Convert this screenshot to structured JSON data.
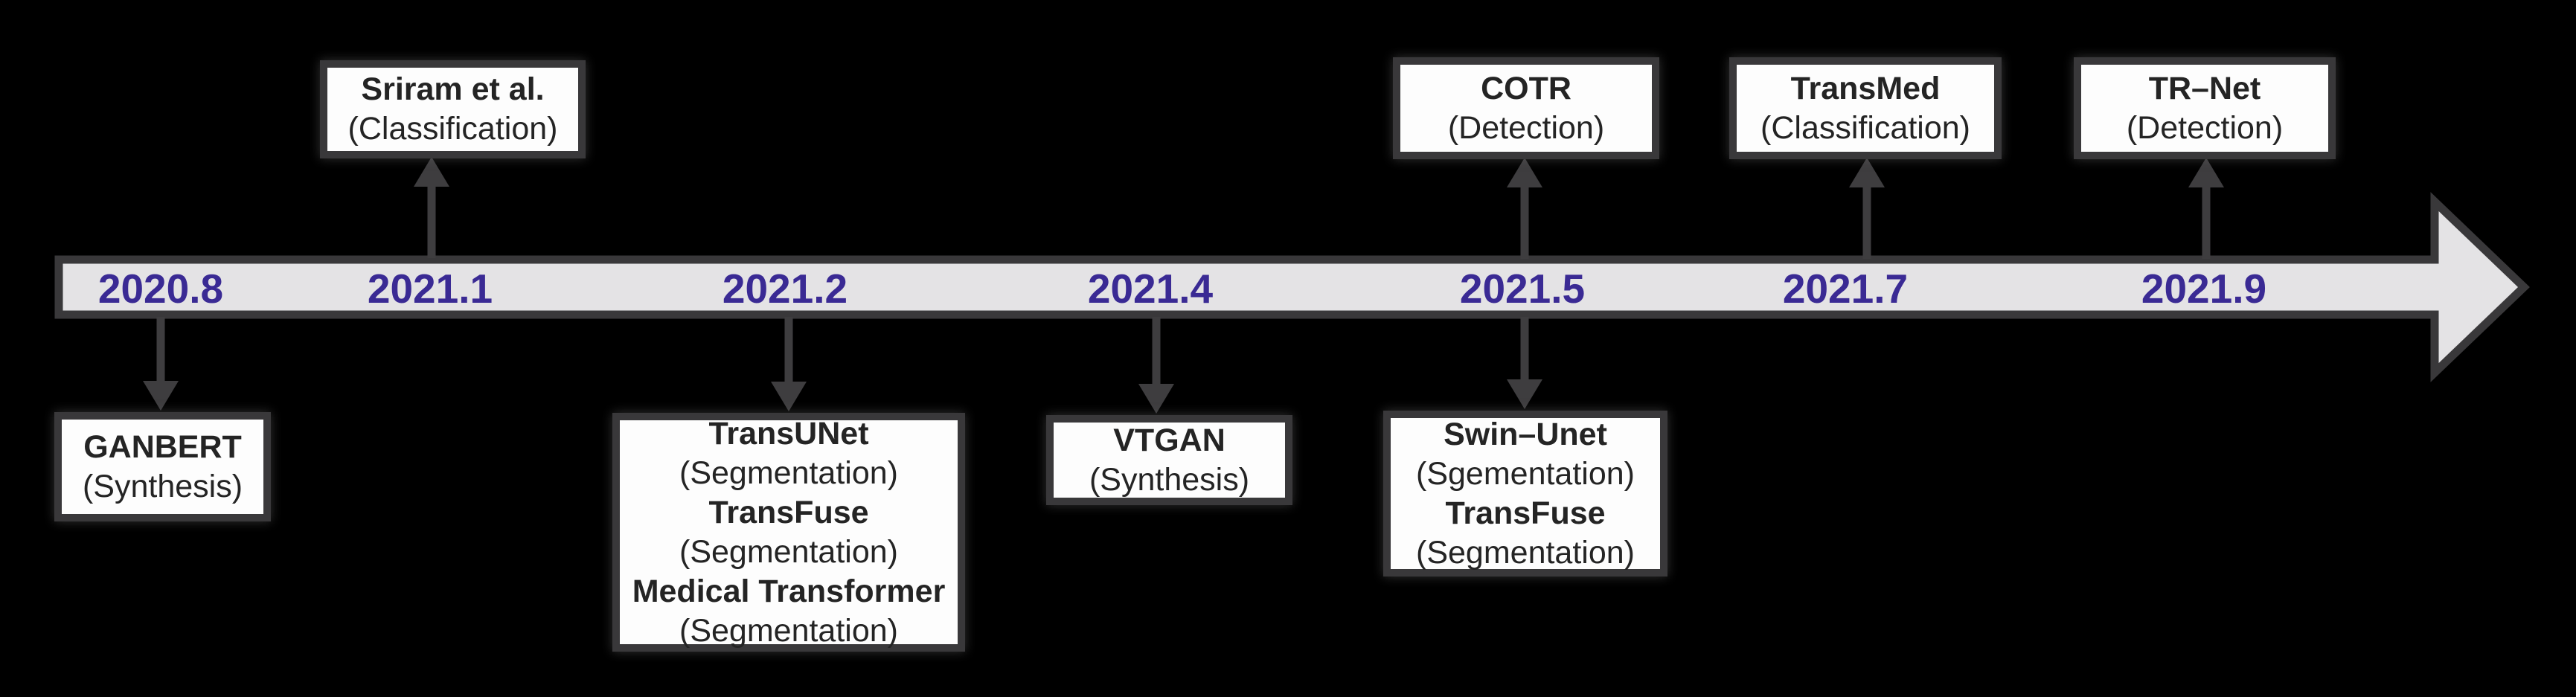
{
  "figure": {
    "description": "Timeline of transformer-based medical imaging methods from 2020.8 to 2021.9",
    "colors": {
      "background": "#000000",
      "band_fill": "#e4e3e5",
      "outline": "#39383a",
      "date_text": "#3a2a94",
      "box_fill": "#fdfdfd",
      "box_text": "#242424"
    }
  },
  "dates": [
    {
      "label": "2020.8"
    },
    {
      "label": "2021.1"
    },
    {
      "label": "2021.2"
    },
    {
      "label": "2021.4"
    },
    {
      "label": "2021.5"
    },
    {
      "label": "2021.7"
    },
    {
      "label": "2021.9"
    }
  ],
  "boxes": [
    {
      "id": "sriram",
      "side": "above",
      "date": "2021.1",
      "lines": [
        {
          "text": "Sriram et al."
        },
        {
          "text": "(Classification)"
        }
      ]
    },
    {
      "id": "cotr",
      "side": "above",
      "date": "2021.5",
      "lines": [
        {
          "text": "COTR"
        },
        {
          "text": "(Detection)"
        }
      ]
    },
    {
      "id": "transmed",
      "side": "above",
      "date": "2021.7",
      "lines": [
        {
          "text": "TransMed"
        },
        {
          "text": "(Classification)"
        }
      ]
    },
    {
      "id": "trnet",
      "side": "above",
      "date": "2021.9",
      "lines": [
        {
          "text": "TR–Net"
        },
        {
          "text": "(Detection)"
        }
      ]
    },
    {
      "id": "ganbert",
      "side": "below",
      "date": "2020.8",
      "lines": [
        {
          "text": "GANBERT"
        },
        {
          "text": "(Synthesis)"
        }
      ]
    },
    {
      "id": "transunet-group",
      "side": "below",
      "date": "2021.2",
      "lines": [
        {
          "text": "TransUNet"
        },
        {
          "text": "(Segmentation)"
        },
        {
          "text": "TransFuse"
        },
        {
          "text": "(Segmentation)"
        },
        {
          "text": "Medical Transformer"
        },
        {
          "text": "(Segmentation)"
        }
      ]
    },
    {
      "id": "vtgan",
      "side": "below",
      "date": "2021.4",
      "lines": [
        {
          "text": "VTGAN"
        },
        {
          "text": "(Synthesis)"
        }
      ]
    },
    {
      "id": "swinunet-group",
      "side": "below",
      "date": "2021.5",
      "lines": [
        {
          "text": "Swin–Unet"
        },
        {
          "text": "(Sgementation)"
        },
        {
          "text": "TransFuse"
        },
        {
          "text": "(Segmentation)"
        }
      ]
    }
  ]
}
